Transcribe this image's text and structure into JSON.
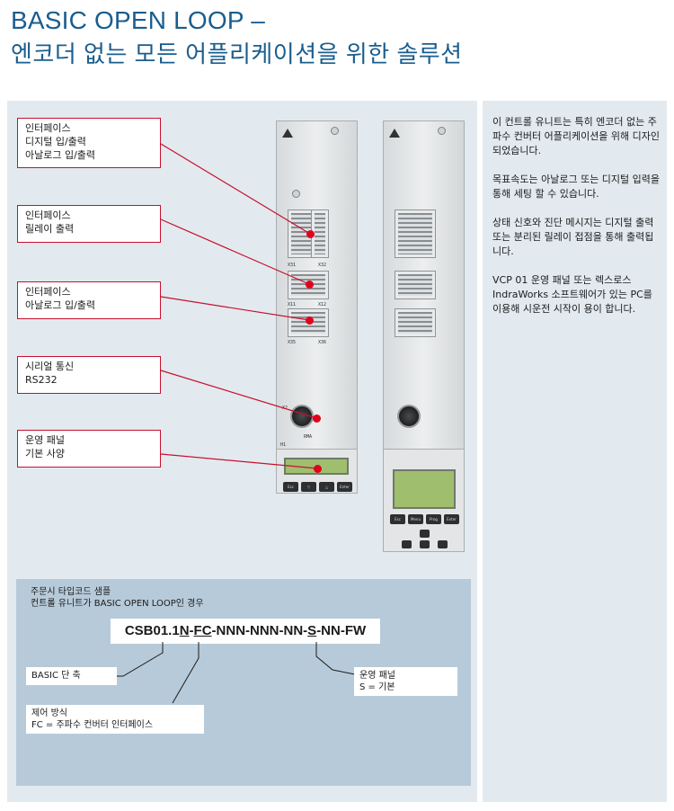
{
  "title": {
    "line1": "BASIC OPEN LOOP –",
    "line2": "엔코더 없는 모든 어플리케이션을 위한 솔루션"
  },
  "callouts": [
    {
      "lines": [
        "인터페이스",
        "디지털 입/출력",
        "아날로그 입/출력"
      ]
    },
    {
      "lines": [
        "인터페이스",
        "릴레이 출력"
      ]
    },
    {
      "lines": [
        "인터페이스",
        "아날로그 입/출력"
      ]
    },
    {
      "lines": [
        "시리얼 통신",
        "RS232"
      ]
    },
    {
      "lines": [
        "운영 패널",
        "기본 사양"
      ]
    }
  ],
  "description": [
    "이 컨트롤 유니트는 특히 엔코더 없는 주파수 컨버터 어플리케이션을 위해 디자인 되었습니다.",
    "목표속도는 아날로그 또는 디지털 입력을 통해 세팅 할 수 있습니다.",
    "상태 신호와 진단 메시지는 디지털 출력 또는 분리된 릴레이 접점을 통해 출력됩니다.",
    "VCP 01 운영 패널 또는 렉스로스 IndraWorks 소프트웨어가 있는 PC를 이용해 시운전 시작이 용이 합니다."
  ],
  "device": {
    "connector_labels": [
      "X31",
      "X32",
      "X11",
      "X12",
      "X35",
      "X36",
      "X2",
      "H1",
      "RMA"
    ],
    "keys_basic": [
      "Esc",
      "▽",
      "△",
      "Enter"
    ],
    "keys_comfort": [
      "Esc",
      "Menu",
      "Prog",
      "Enter"
    ]
  },
  "order_code": {
    "heading1": "주문시 타입코드 샘플",
    "heading2": "컨트롤 유니트가 BASIC OPEN LOOP인 경우",
    "code_p1": "CSB01.1",
    "code_p2": "N",
    "code_p3": "-",
    "code_p4": "FC",
    "code_p5": "-NNN-NNN-NN-",
    "code_p6": "S",
    "code_p7": "-NN-FW",
    "label_basic": "BASIC 단 축",
    "label_control_1": "제어 방식",
    "label_control_2": "FC = 주파수 컨버터 인터페이스",
    "label_panel_1": "운영 패널",
    "label_panel_2": "S = 기본"
  },
  "colors": {
    "title": "#1a5d8f",
    "accent_red": "#c8102e",
    "panel_bg": "#e2eaef",
    "order_bg": "#b7cad9"
  }
}
